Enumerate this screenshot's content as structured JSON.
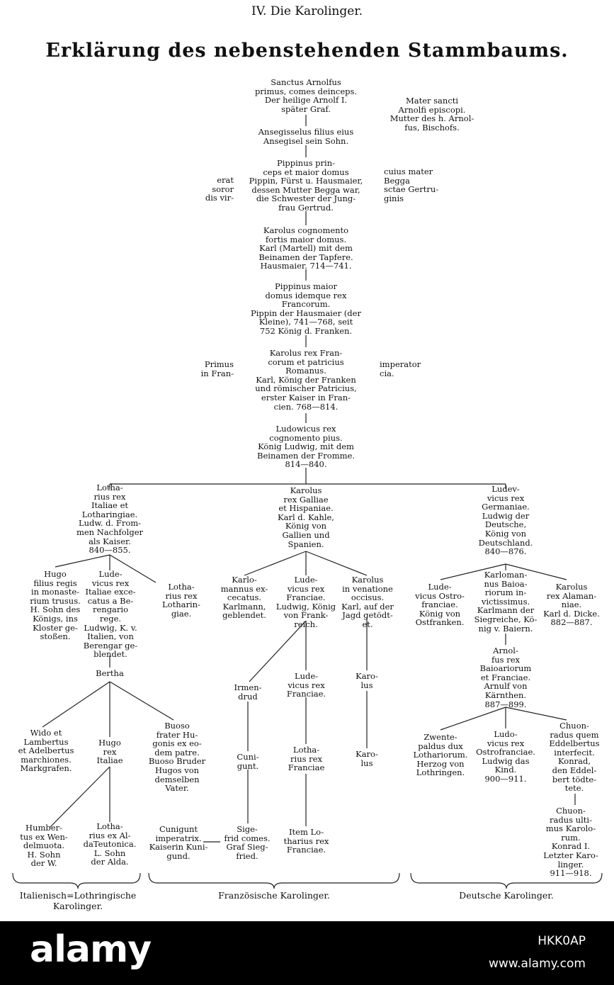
{
  "header": {
    "chapter": "IV. Die Karolinger.",
    "title": "Erklärung des nebenstehenden Stammbaums."
  },
  "nodes": {
    "arnolfus": "Sanctus Arnolfus\nprimus, comes deinceps.\nDer heilige Arnolf I.\nspäter Graf.",
    "mater": "Mater sancti\nArnolfi episcopi.\nMutter des h. Arnol-\nfus, Bischofs.",
    "ansegisel": "Ansegisselus filius eius\nAnsegisel sein Sohn.",
    "pippin1": "Pippinus prin-\nceps et maior domus\nPippin, Fürst u. Hausmaier,\ndessen Mutter Begga war,\ndie Schwester der Jung-\nfrau Gertrud.",
    "pippin1_left": "erat\nsoror\ndis vir-",
    "pippin1_right": "cuius mater\nBegga\nsctae Gertru-\nginis",
    "karl_martell": "Karolus cognomento\nfortis maior domus.\nKarl (Martell) mit dem\nBeinamen der Tapfere.\nHausmaier. 714—741.",
    "pippin2": "Pippinus maior\ndomus idemque rex\nFrancorum.\nPippin der Hausmaier (der\nKleine), 741—768, seit\n752 König d. Franken.",
    "karl_great": "Karolus rex Fran-\ncorum et patricius\nRomanus.\nKarl, König der Franken\nund römischer Patricius,\nerster Kaiser in Fran-\ncien. 768—814.",
    "karl_left": "Primus\nin Fran-",
    "karl_right": "imperator\ncia.",
    "ludwig_pious": "Ludowicus rex\ncognomento pius.\nKönig Ludwig, mit dem\nBeinamen der Fromme.\n814—840.",
    "lotharius": "Lotha-\nrius rex\nItaliae et\nLotharingiae.\nLudw. d. From-\nmen Nachfolger\nals Kaiser.\n840—855.",
    "karl_bald": "Karolus\nrex Galliae\net Hispaniae.\nKarl d. Kahle,\nKönig von\nGallien und\nSpanien.",
    "ludwig_german": "Ludev-\nvicus rex\nGermaniae.\nLudwig der\nDeutsche,\nKönig von\nDeutschland.\n840—876.",
    "hugo": "Hugo\nfilius regis\nin monaste-\nrium trusus.\nH. Sohn des\nKönigs, ins\nKloster ge-\nstoßen.",
    "ludevicus_it": "Lude-\nvicus rex\nItaliae exce-\ncatus a Be-\nrengario\nrege.\nLudwig, K. v.\nItalien, von\nBerengar ge-\nblendet.",
    "lotharius2": "Lotha-\nrius rex\nLotharin-\ngiae.",
    "karlomann": "Karlo-\nmannus ex-\ncecatus.\nKarlmann,\ngeblendet.",
    "ludevicus_fr": "Lude-\nvicus rex\nFranciae.\nLudwig, König\nvon Frank-\nreich.",
    "karolus_hunt": "Karolus\nin venatione\noccisus.\nKarl, auf der\nJagd getödt-\net.",
    "ludevicus_ostro": "Lude-\nvicus Ostro-\nfranciae.\nKönig von\nOstfranken.",
    "karlomann_bav": "Karloman-\nnus Baioa-\nriorum in-\nvictissimus.\nKarlmann der\nSiegreiche, Kö-\nnig v. Baiern.",
    "karl_fat": "Karolus\nrex Alaman-\nniae.\nKarl d. Dicke.\n882—887.",
    "bertha": "Bertha",
    "irmendrud": "Irmen-\ndrud",
    "ludevicus_fr2": "Lude-\nvicus rex\nFranciae.",
    "karolus2": "Karo-\nlus",
    "arnulf": "Arnol-\nfus rex\nBaioariorum\net Franciae.\nArnulf von\nKärnthen.\n887—899.",
    "wido": "Wido et\nLambertus\net Adelbertus\nmarchiones.\nMarkgrafen.",
    "hugo_it": "Hugo\nrex\nItaliae",
    "buoso": "Buoso\nfrater Hu-\ngonis ex eo-\ndem patre.\nBuoso Bruder\nHugos von\ndemselben\nVater.",
    "cunigunt": "Cuni-\ngunt.",
    "lotharius_fr": "Lotha-\nrius rex\nFranciae",
    "karolus3": "Karo-\nlus",
    "zwentepald": "Zwente-\npaldus dux\nLothariorum.\nHerzog von\nLothringen.",
    "ludovicus_child": "Ludo-\nvicus rex\nOstrofranciae.\nLudwig das\nKind.\n900—911.",
    "chuonradus": "Chuon-\nradus quem\nEddelbertus\ninterfecit.\nKonrad,\nden Eddel-\nbert tödte-\ntete.",
    "humbertus": "Humber-\ntus ex Wen-\ndelmuota.\nH. Sohn\nder W.",
    "lotharius_alda": "Lotha-\nrius ex Al-\ndaTeutonica.\nL. Sohn\nder Alda.",
    "cunigunt_imp": "Cunigunt\nimperatrix.\nKaiserin Kuni-\ngund.",
    "sigefrid": "Sige-\nfrid comes.\nGraf Sieg-\nfried.",
    "item_lotharius": "Item Lo-\ntharius rex\nFranciae.",
    "chuonradus_last": "Chuon-\nradus ulti-\nmus Karolo-\nrum.\nKonrad I.\nLetzter Karo-\nlinger.\n911—918."
  },
  "groups": {
    "italian": "Italienisch=Lothringische\nKarolinger.",
    "french": "Französische Karolinger.",
    "german": "Deutsche Karolinger."
  },
  "footer": {
    "brand": "alamy",
    "image_id": "HKK0AP",
    "website": "www.alamy.com"
  }
}
